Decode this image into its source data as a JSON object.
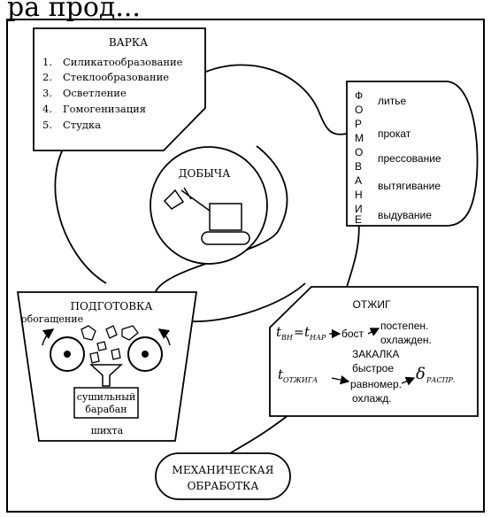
{
  "header_fragment": "ра прод...",
  "varka": {
    "title": "ВАРКА",
    "items": [
      "Силикатообразование",
      "Стеклообразование",
      "Осветление",
      "Гомогенизация",
      "Студка"
    ]
  },
  "formovanie": {
    "vertical": [
      "Ф",
      "О",
      "Р",
      "М",
      "О",
      "В",
      "А",
      "Н",
      "И",
      "Е"
    ],
    "methods": [
      "литье",
      "прокат",
      "прессование",
      "вытягивание",
      "выдувание"
    ]
  },
  "dobycha": {
    "title": "ДОБЫЧА"
  },
  "podgotovka": {
    "title": "ПОДГОТОВКА",
    "enrichment": "обогащение",
    "dryer_line1": "сушильный",
    "dryer_line2": "барабан",
    "output": "шихта"
  },
  "otzhig": {
    "title": "ОТЖИГ",
    "t_vn": "t",
    "t_vn_sub": "ВН",
    "eq": "=",
    "t_nar": "t",
    "t_nar_sub": "НАР",
    "bost": "бост",
    "postepen": "постепен.",
    "ohlazhden": "охлажден.",
    "zakalka": "ЗАКАЛКА",
    "t_otzh": "t",
    "t_otzh_sub": "ОТЖИГА",
    "bystroe": "быстрое",
    "ravnomer": "равномер.",
    "ohlazhd": "охлажд.",
    "delta": "δ",
    "delta_sub": "РАСПР."
  },
  "mech": {
    "line1": "МЕХАНИЧЕСКАЯ",
    "line2": "ОБРАБОТКА"
  }
}
